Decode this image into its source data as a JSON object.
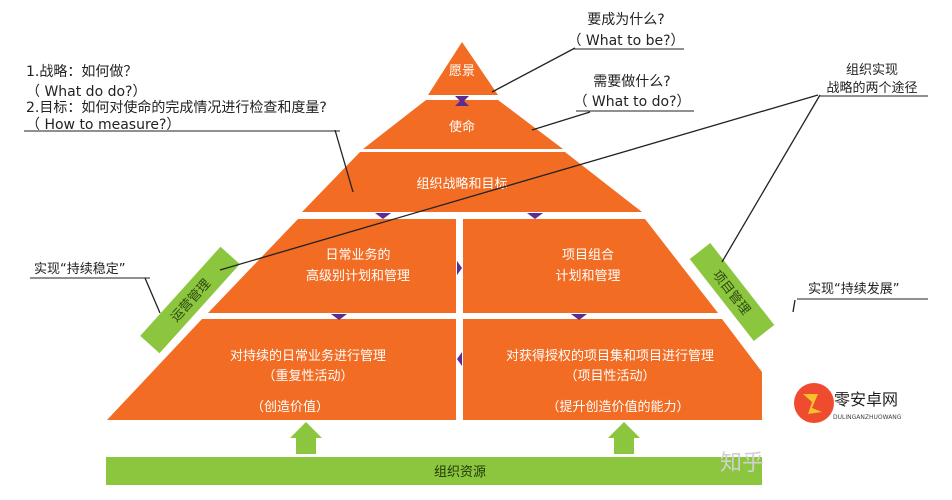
{
  "pyramid": {
    "vision": "愿景",
    "mission": "使命",
    "strategy": "组织战略和目标",
    "daily_plan": [
      "日常业务的",
      "高级别计划和管理"
    ],
    "project_plan": [
      "项目组合",
      "计划和管理"
    ],
    "daily_manage": [
      "对持续的日常业务进行管理",
      "（重复性活动）",
      "（创造价值）"
    ],
    "project_manage": [
      "对获得授权的项目集和项目进行管理",
      "（项目性活动）",
      "（提升创造价值的能力）"
    ],
    "resources": "组织资源"
  },
  "side_bars": {
    "left": "运营管理",
    "right": "项目管理"
  },
  "annotations": {
    "what_to_be": [
      "要成为什么?",
      "（ What to be?）"
    ],
    "what_to_do": [
      "需要做什么?",
      "（ What to do?）"
    ],
    "left_notes": [
      "1.战略：如何做？",
      "（ What do do?）",
      "2.目标：如何对使命的完成情况进行检查和度量?",
      "（ How to measure?）"
    ],
    "two_paths": [
      "组织实现",
      "战略的两个途径"
    ],
    "stable": "实现“持续稳定”",
    "development": "实现“持续发展”"
  },
  "watermarks": {
    "zhihu": "知乎",
    "logo_text": "零安卓网",
    "logo_sub": "DULINGANZHUOWANG"
  },
  "colors": {
    "orange": "#f26c23",
    "green": "#8cc63f",
    "purple": "#5b2c91"
  }
}
